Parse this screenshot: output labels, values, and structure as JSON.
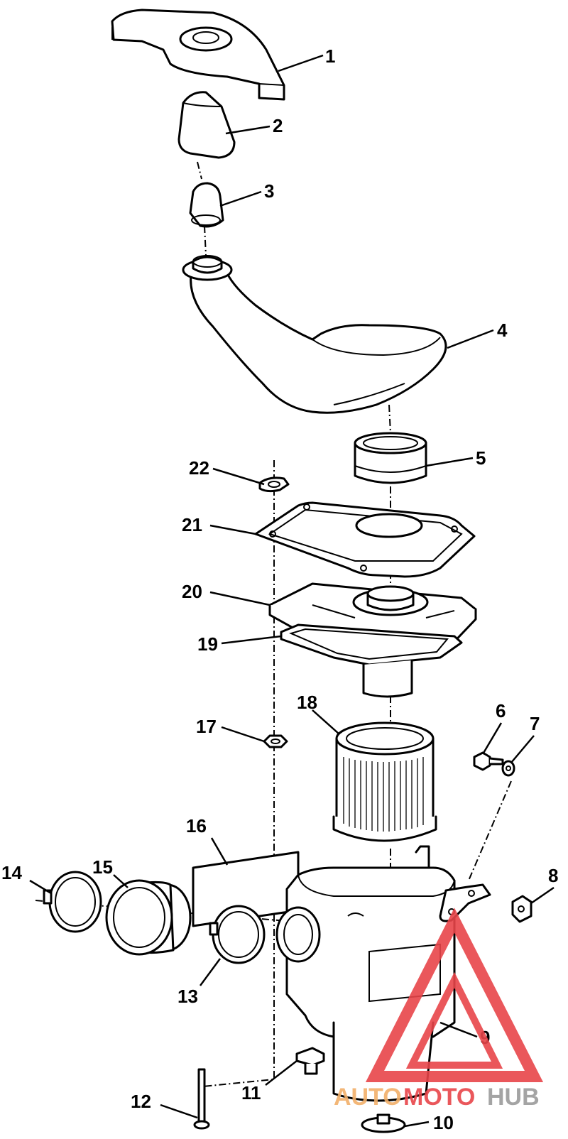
{
  "diagram": {
    "callouts": [
      "1",
      "2",
      "3",
      "4",
      "5",
      "6",
      "7",
      "8",
      "9",
      "10",
      "11",
      "12",
      "13",
      "14",
      "15",
      "16",
      "17",
      "18",
      "19",
      "20",
      "21",
      "22"
    ]
  },
  "watermark": {
    "text_part1": "AUTO",
    "text_part2": "MOTO",
    "text_part3": "HUB",
    "color_orange": "#f2b06a",
    "color_red": "#e8454a",
    "color_gray": "#9b9b9b"
  }
}
